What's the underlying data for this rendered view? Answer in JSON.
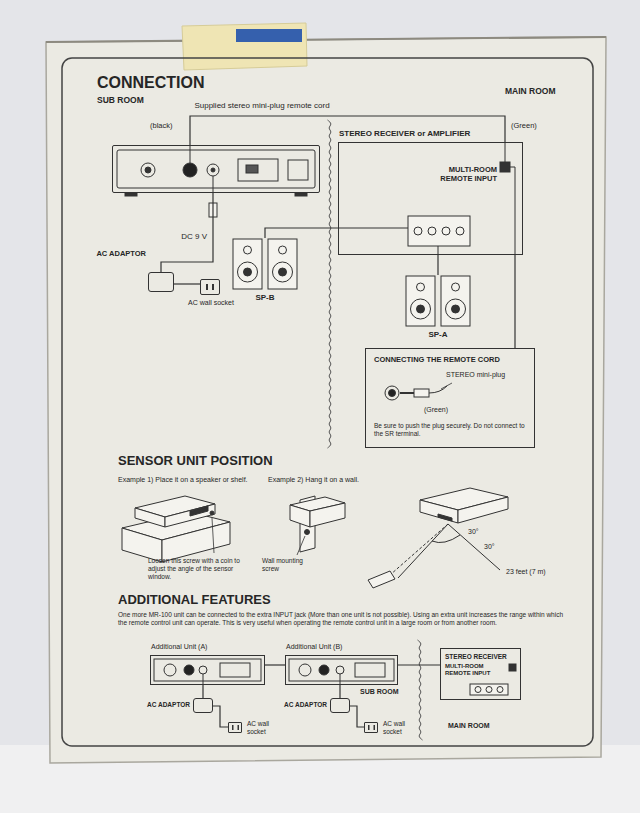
{
  "diagram": {
    "title": "CONNECTION",
    "nodes": [
      {
        "text": [
          "DC 9 V"
        ]
      },
      {
        "text": [
          "AC ADAPTOR"
        ]
      },
      {
        "text": [
          "AC wall socket"
        ]
      },
      {
        "text": [
          "SP-B"
        ]
      },
      {
        "text": [
          "STEREO RECEIVER or AMPLIFIER",
          "MULTI-ROOM REMOTE INPUT"
        ]
      },
      {
        "text": [
          "SP-A"
        ]
      },
      {
        "text": [
          "CONNECTING THE REMOTE CORD",
          "STEREO mini-plug",
          "(Green)",
          "Be sure to push the plug securely. Do not connect to the SR terminal."
        ]
      },
      {
        "text": [
          "Additional Unit (A)"
        ]
      },
      {
        "text": [
          "Additional Unit (B)"
        ]
      },
      {
        "text": [
          "STEREO RECEIVER",
          "MULTI-ROOM REMOTE INPUT"
        ]
      },
      {
        "text": [
          "AC ADAPTOR"
        ]
      },
      {
        "text": [
          "AC wall socket"
        ]
      },
      {
        "text": [
          "AC ADAPTOR"
        ]
      },
      {
        "text": [
          "AC wall socket"
        ]
      }
    ],
    "edges": [
      {
        "from": 0,
        "to": 4,
        "arrow": "none",
        "label": "Supplied stereo mini-plug remote cord"
      },
      {
        "from": 0,
        "to": 1,
        "arrow": "none"
      },
      {
        "from": 1,
        "to": 2,
        "arrow": "none"
      },
      {
        "from": 4,
        "to": 3,
        "arrow": "none"
      },
      {
        "from": 4,
        "to": 5,
        "arrow": "none"
      },
      {
        "from": 4,
        "to": 6,
        "arrow": "none"
      },
      {
        "from": 7,
        "to": 8,
        "arrow": "none"
      },
      {
        "from": 8,
        "to": 9,
        "arrow": "none"
      },
      {
        "from": 7,
        "to": 10,
        "arrow": "none"
      },
      {
        "from": 10,
        "to": 11,
        "arrow": "none"
      },
      {
        "from": 8,
        "to": 12,
        "arrow": "none"
      },
      {
        "from": 12,
        "to": 13,
        "arrow": "none"
      }
    ],
    "labels": [
      "SUB ROOM",
      "MAIN ROOM",
      "(black)",
      "(Green)",
      "SENSOR UNIT POSITION",
      "Example 1) Place it on a speaker or shelf.",
      "Example 2) Hang it on a wall.",
      "Loosen this screw with a coin to adjust the angle of the sensor window.",
      "Wall mounting screw",
      "30°",
      "30°",
      "23 feet (7 m)",
      "ADDITIONAL FEATURES",
      "One more MR-100 unit can be connected to the extra INPUT jack (More than one unit is not possible). Using an extra unit increases the range within which the remote control unit can operate. This is very useful when operating the remote control unit in a large room or from another room.",
      "SUB ROOM",
      "MAIN ROOM"
    ]
  }
}
